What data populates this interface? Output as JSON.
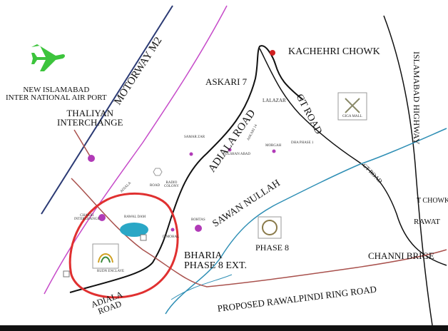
{
  "colors": {
    "motorway": "#2b3a74",
    "purple_road": "#c64bc9",
    "nullah": "#2f8fb5",
    "ring_road": "#a9514d",
    "dark_road": "#111111",
    "highlight_circle": "#e03030",
    "airport_green": "#3cc43c",
    "lake": "#2aa7c6",
    "marker_purple": "#b13ab7",
    "marker_red": "#d02020"
  },
  "airport": {
    "icon": "airplane-icon",
    "label": "NEW ISLAMABAD\nINTER NATIONAL AIR PORT"
  },
  "labels": {
    "motorway": "MOTORWAY M2",
    "thaliyan": "THALIYAN\nINTERCHANGE",
    "askari7": "ASKARI 7",
    "kachehri": "KACHEHRI CHOWK",
    "lalazar": "LALAZAR",
    "gt_road": "GT ROAD",
    "islamabad_highway": "ISLAMABAD HIGHWAY",
    "adiala_road_top": "ADIALA ROAD",
    "askari14": "ASKARI 14",
    "samarzar": "SAMAR ZAR",
    "gulshan_abad": "GULSHAN ABAD",
    "morgah": "MORGAH",
    "dha_phase1": "DHA PHASE 1",
    "gt_road_small": "GT ROAD",
    "t_chowk": "T CHOWK",
    "rawat": "RAWAT",
    "sawan_nullah": "SAWAN NULLAH",
    "phase8": "PHASE 8",
    "bahria_ext": "BHARIA\nPHASE 8 EXT.",
    "channi": "CHANNI BRIGE",
    "ring_road": "PROPOSED RAWALPINDI RING ROAD",
    "adiala_road_bottom": "ADIALA\nROAD",
    "chakri": "CHAKRI\nINTERCHANGE",
    "radio_colony": "RADIO\nCOLONY",
    "dmohal": "D MOHAL",
    "rawal_lake_lbl": "RAWAL DAM",
    "adiala_small": "ADIALA",
    "small_road": "ROAD",
    "rawal_lbl": "ROHTAS",
    "giga_mall": "GIGA MALL",
    "enclave": "RUDN ENCLAVE"
  }
}
